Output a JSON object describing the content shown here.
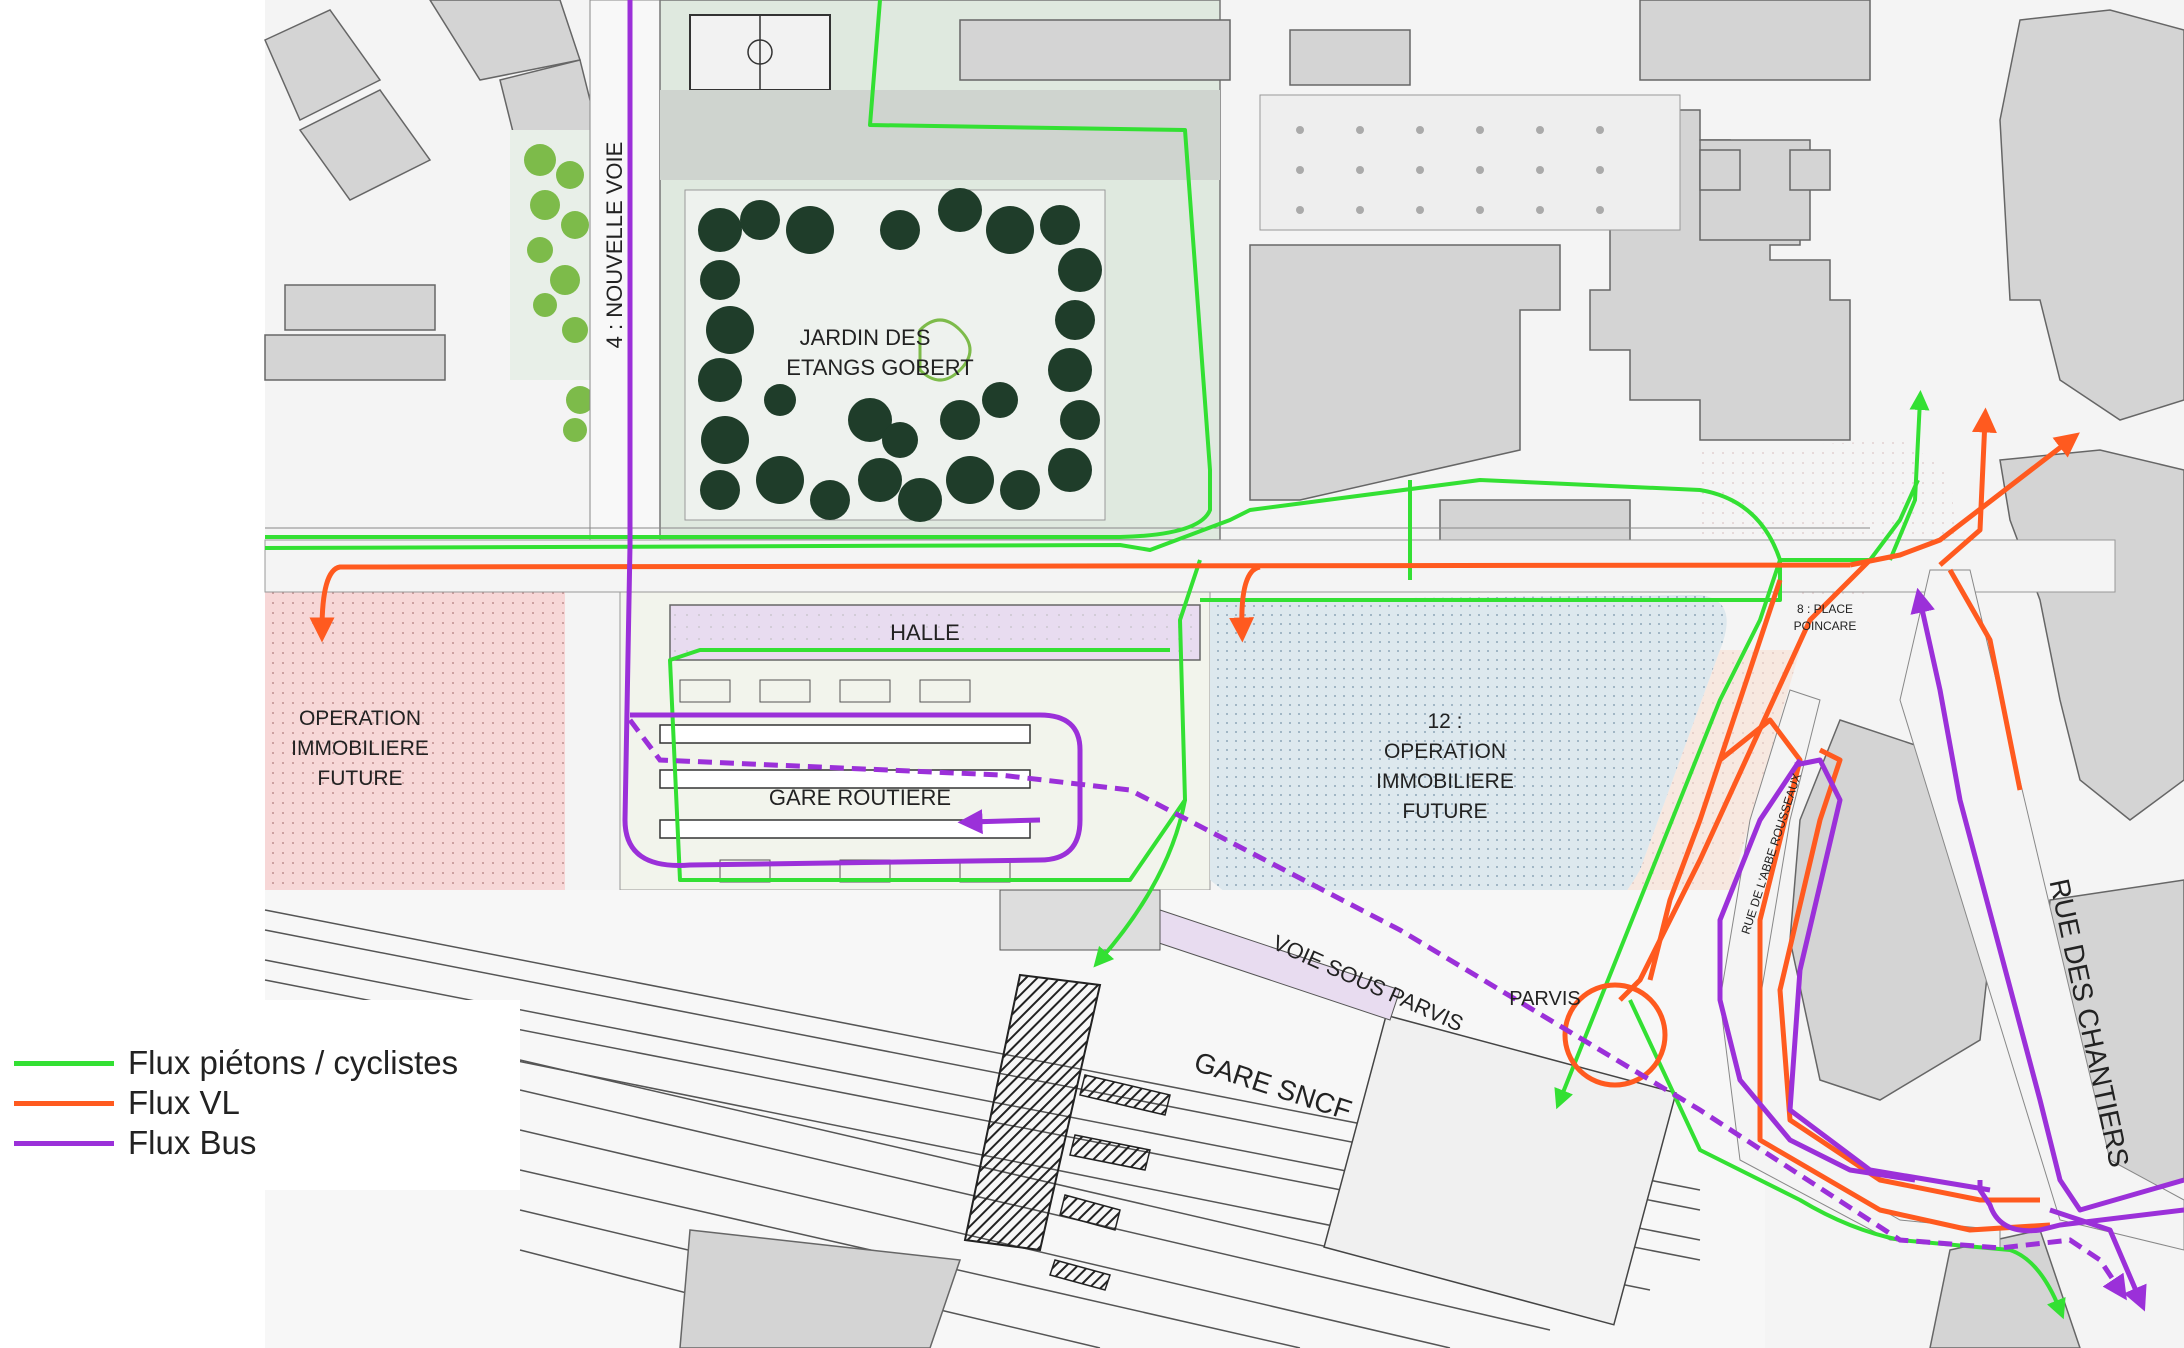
{
  "labels": {
    "jardin_line1": "JARDIN DES",
    "jardin_line2": "ETANGS GOBERT",
    "nouvelle_voie": "4 : NOUVELLE VOIE",
    "halle": "HALLE",
    "operation_left_1": "OPERATION",
    "operation_left_2": "IMMOBILIERE",
    "operation_left_3": "FUTURE",
    "operation_right_0": "12 :",
    "operation_right_1": "OPERATION",
    "operation_right_2": "IMMOBILIERE",
    "operation_right_3": "FUTURE",
    "gare_routiere": "GARE ROUTIERE",
    "voie_sous_parvis": "VOIE SOUS PARVIS",
    "parvis": "PARVIS",
    "gare_sncf": "GARE SNCF",
    "place_poincare_1": "8 : PLACE",
    "place_poincare_2": "POINCARE",
    "rue_abbe": "RUE DE L'ABBE ROUSSEAUX",
    "rue_chantiers": "RUE DES CHANTIERS"
  },
  "legend": [
    {
      "label": "Flux piétons / cyclistes",
      "color": "#33e033"
    },
    {
      "label": "Flux VL",
      "color": "#ff5a1f"
    },
    {
      "label": "Flux Bus",
      "color": "#9b30d9"
    }
  ],
  "colors": {
    "pedestrian": "#33e033",
    "vehicle": "#ff5a1f",
    "bus": "#9b30d9",
    "building": "#d4d4d4",
    "tree": "#1f3d2a",
    "parcel_left": "#f7d7d7",
    "parcel_right": "#dde8ee",
    "halle": "#e8dcf0"
  }
}
